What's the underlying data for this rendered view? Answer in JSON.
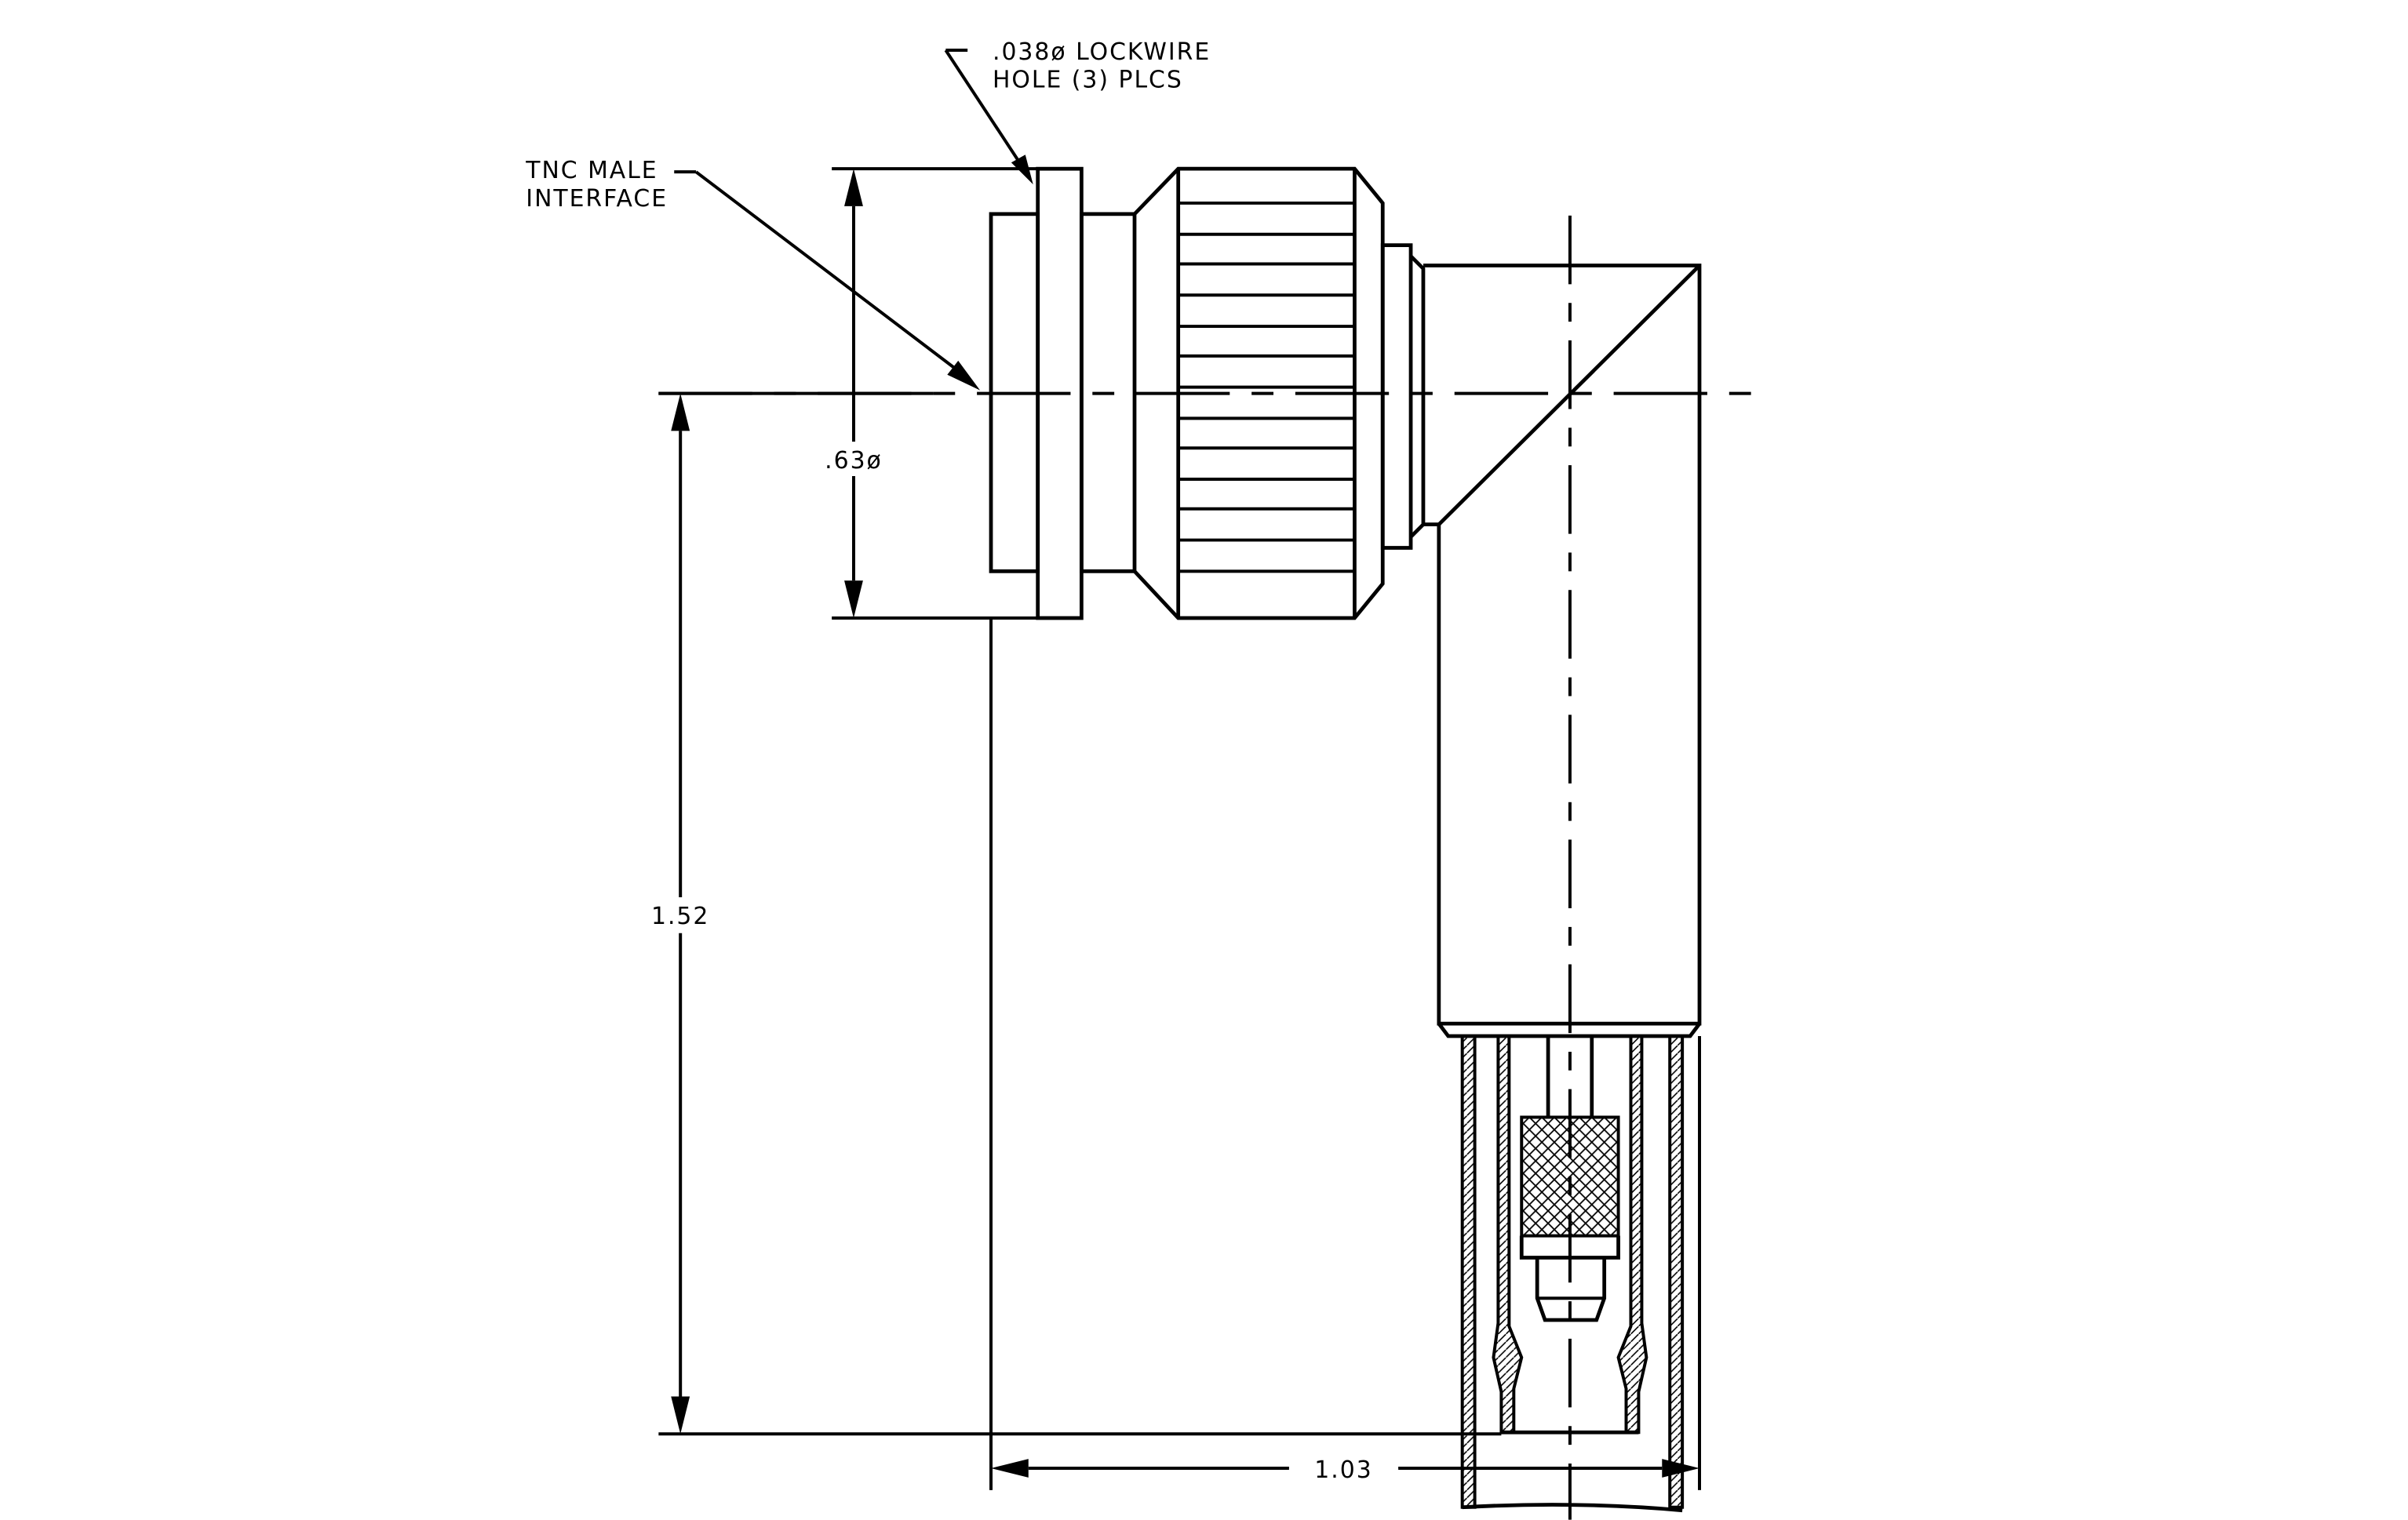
{
  "labels": {
    "lockwire_line1": ".038ø LOCKWIRE",
    "lockwire_line2": "HOLE (3) PLCS",
    "tnc_line1": "TNC MALE",
    "tnc_line2": "INTERFACE"
  },
  "dimensions": {
    "diameter": ".63ø",
    "height": "1.52",
    "width": "1.03"
  }
}
